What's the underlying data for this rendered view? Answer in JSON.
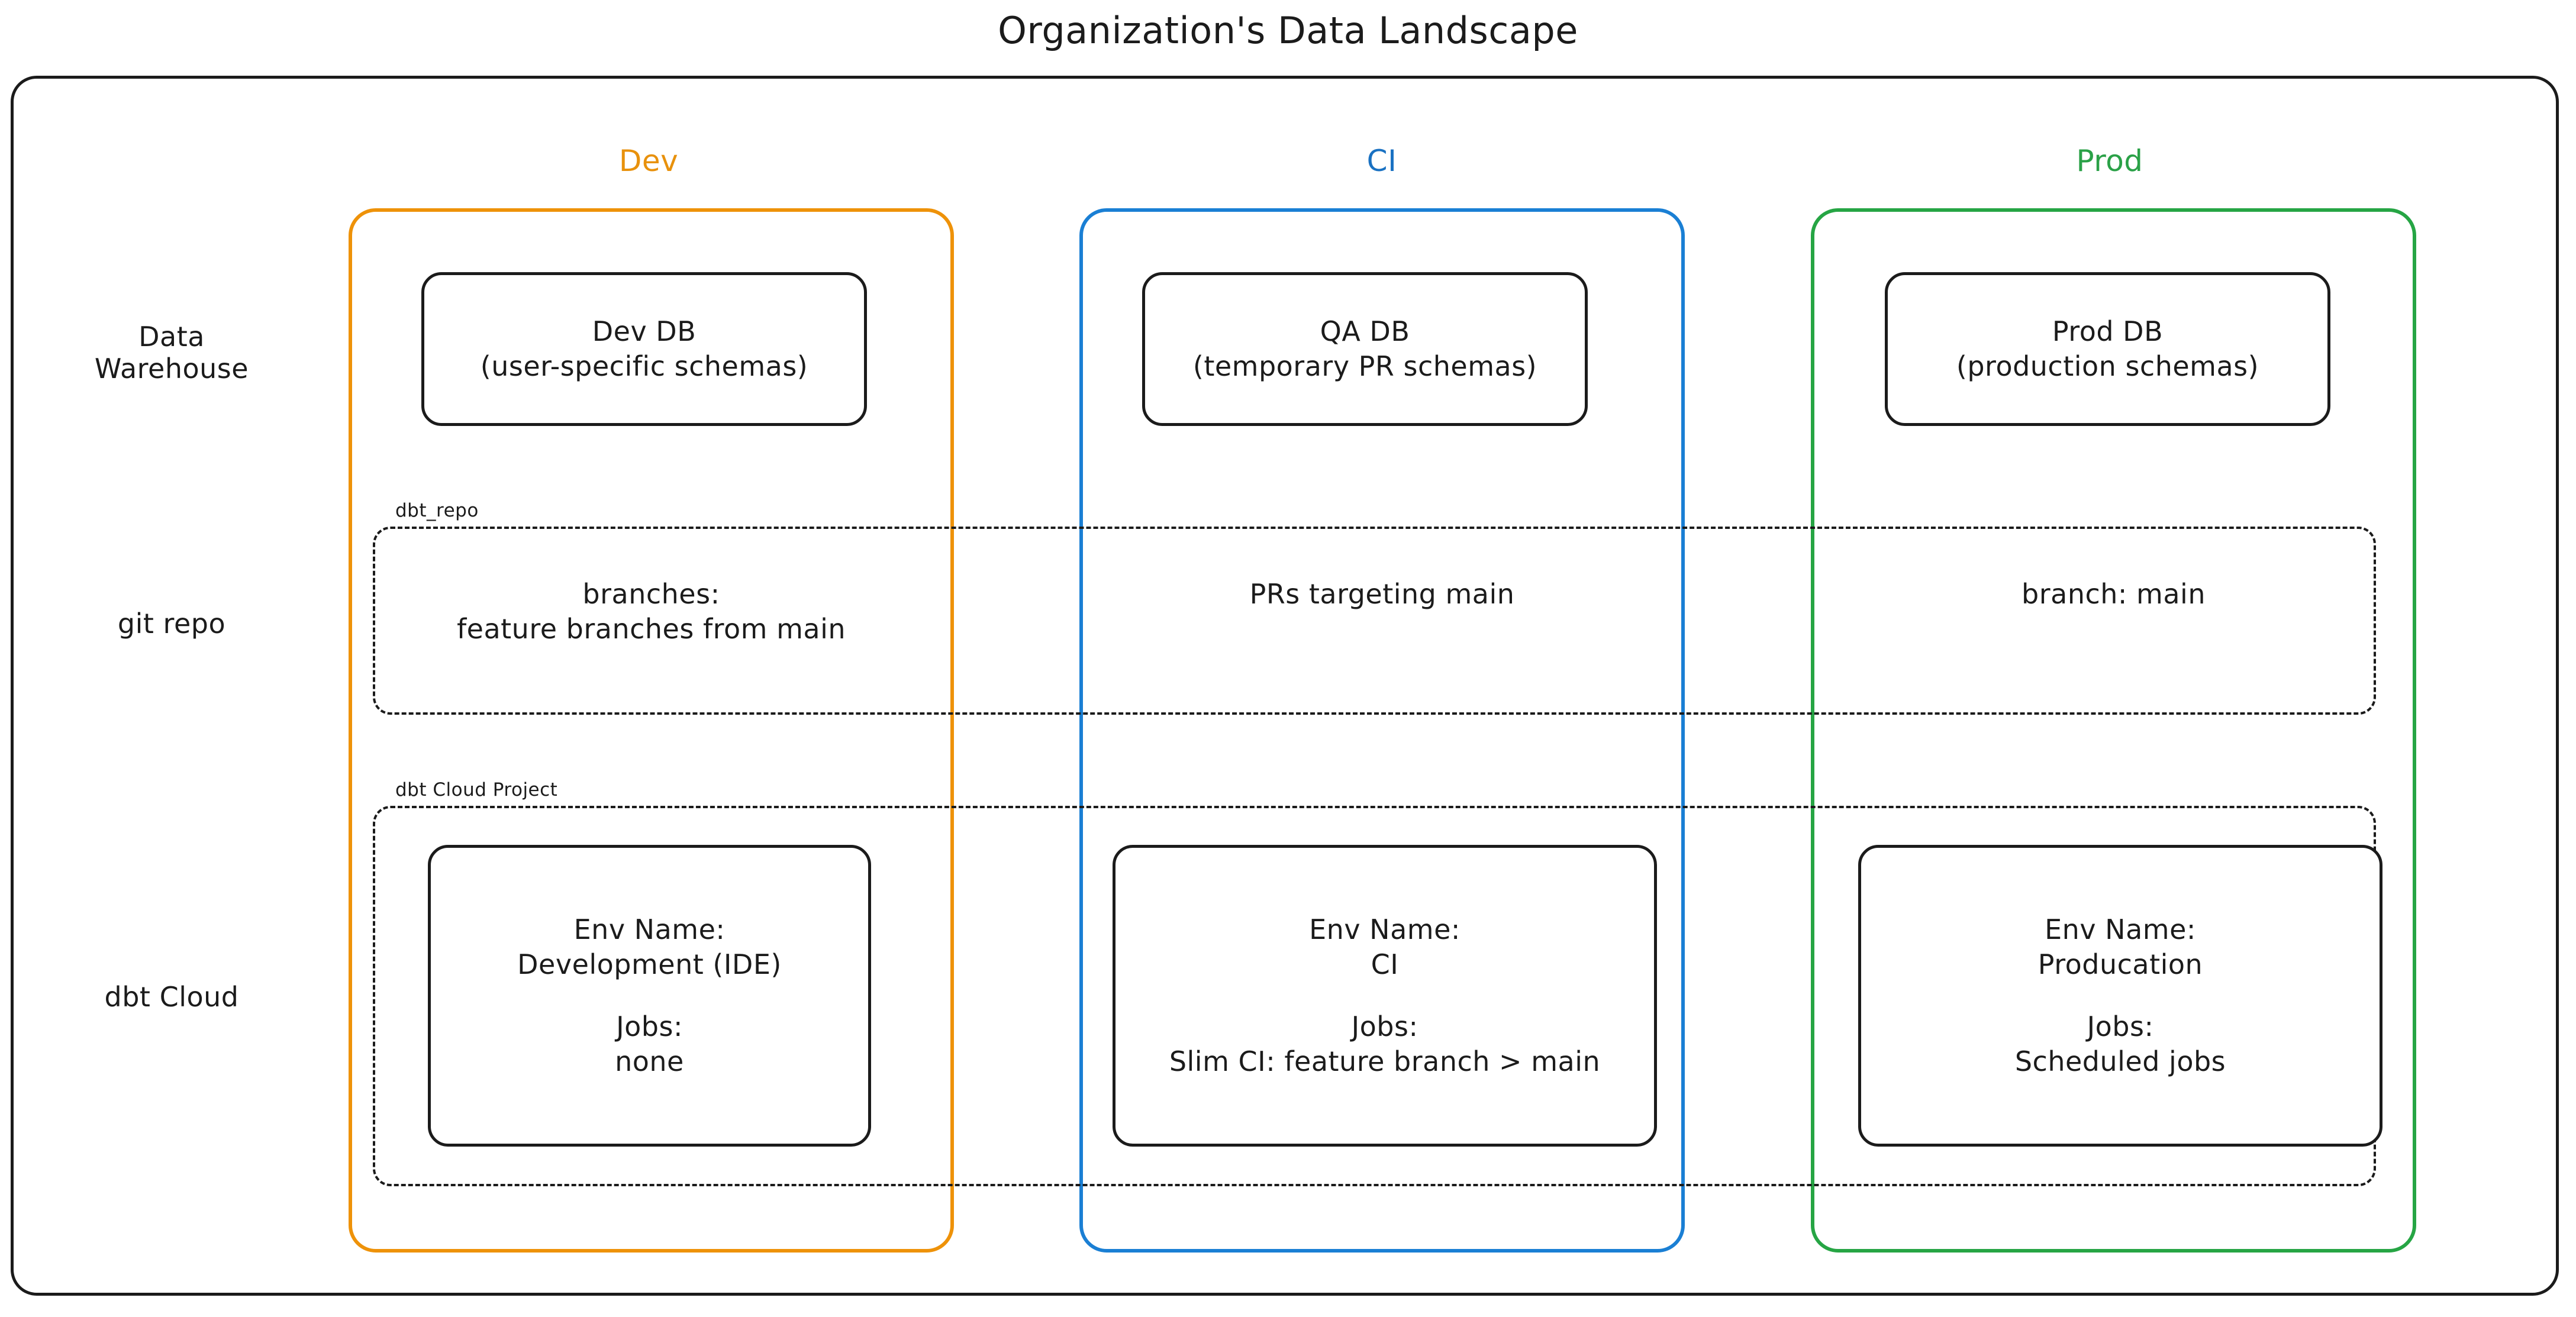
{
  "diagram": {
    "title": "Organization's Data Landscape",
    "colors": {
      "dev": "#ee9209",
      "ci": "#1a7fd4",
      "prod": "#26a544",
      "ink": "#1b1b1b"
    }
  },
  "columns": [
    {
      "key": "dev",
      "label": "Dev",
      "color": "#e8910c"
    },
    {
      "key": "ci",
      "label": "CI",
      "color": "#1971c2"
    },
    {
      "key": "prod",
      "label": "Prod",
      "color": "#2aa147"
    }
  ],
  "rows": [
    {
      "key": "warehouse",
      "label_line1": "Data",
      "label_line2": "Warehouse"
    },
    {
      "key": "git",
      "label_line1": "git repo",
      "label_line2": ""
    },
    {
      "key": "dbtcloud",
      "label_line1": "dbt Cloud",
      "label_line2": ""
    }
  ],
  "groups": {
    "dbt_repo": {
      "caption": "dbt_repo"
    },
    "dbt_cloud_project": {
      "caption": "dbt Cloud Project"
    }
  },
  "warehouse": {
    "dev": {
      "line1": "Dev DB",
      "line2": "(user-specific schemas)"
    },
    "ci": {
      "line1": "QA DB",
      "line2": "(temporary PR schemas)"
    },
    "prod": {
      "line1": "Prod DB",
      "line2": "(production schemas)"
    }
  },
  "git_repo": {
    "dev": {
      "line1": "branches:",
      "line2": "feature branches from main"
    },
    "ci": {
      "line1": "PRs targeting main",
      "line2": ""
    },
    "prod": {
      "line1": "branch: main",
      "line2": ""
    }
  },
  "dbt_cloud": {
    "dev": {
      "env_label": "Env Name:",
      "env_value": "Development (IDE)",
      "jobs_label": "Jobs:",
      "jobs_value": "none"
    },
    "ci": {
      "env_label": "Env Name:",
      "env_value": "CI",
      "jobs_label": "Jobs:",
      "jobs_value": "Slim CI: feature branch > main"
    },
    "prod": {
      "env_label": "Env Name:",
      "env_value": "Producation",
      "jobs_label": "Jobs:",
      "jobs_value": "Scheduled jobs"
    }
  }
}
